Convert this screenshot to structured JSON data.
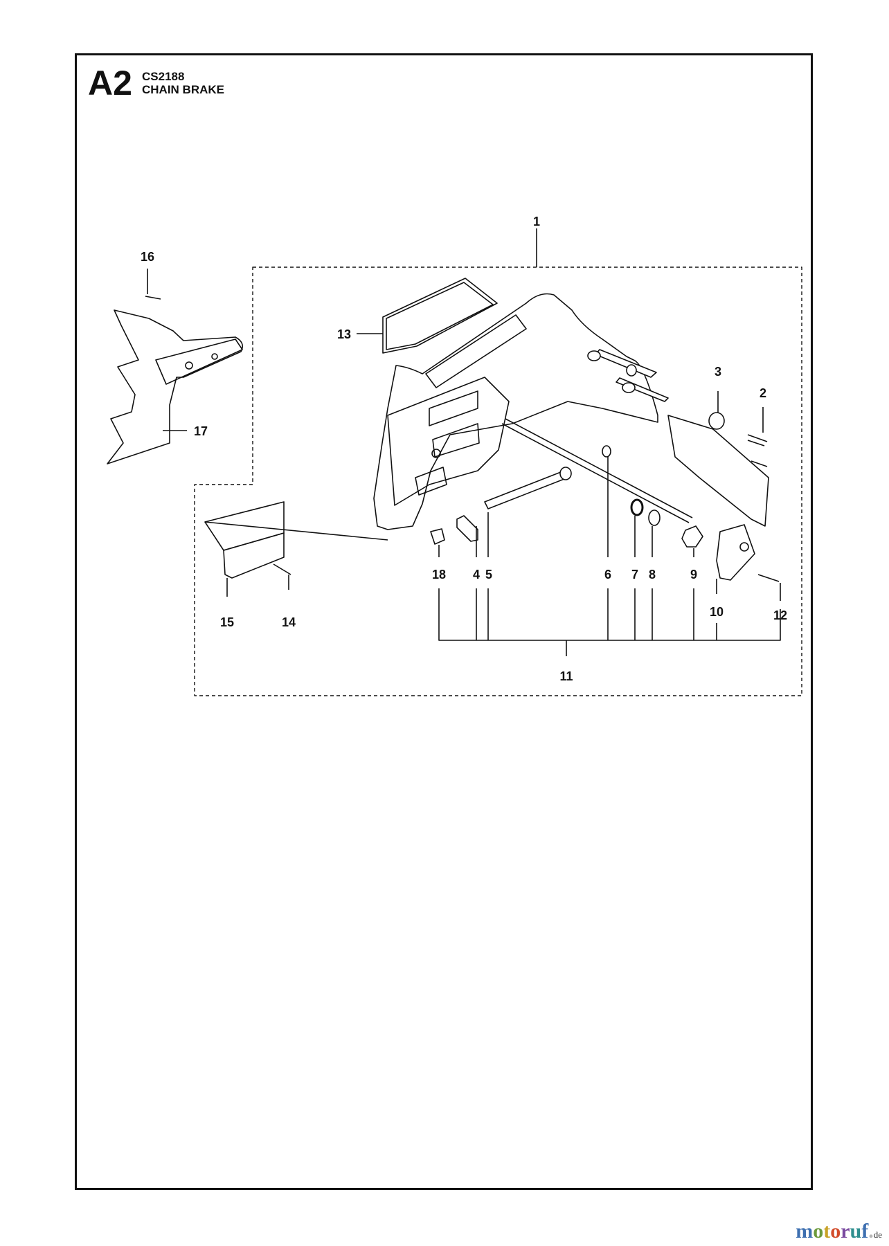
{
  "header": {
    "section_letter": "A2",
    "model_code": "CS2188",
    "title": "CHAIN BRAKE"
  },
  "callouts": [
    "1",
    "2",
    "3",
    "4",
    "5",
    "6",
    "7",
    "8",
    "9",
    "10",
    "11",
    "12",
    "13",
    "14",
    "15",
    "16",
    "17",
    "18"
  ],
  "watermark": {
    "letters": [
      "m",
      "o",
      "t",
      "o",
      "r",
      "u",
      "f"
    ],
    "dot_suffix": "de"
  },
  "colors": {
    "line": "#111111",
    "part_fill": "#ffffff",
    "frame": "#111111"
  }
}
